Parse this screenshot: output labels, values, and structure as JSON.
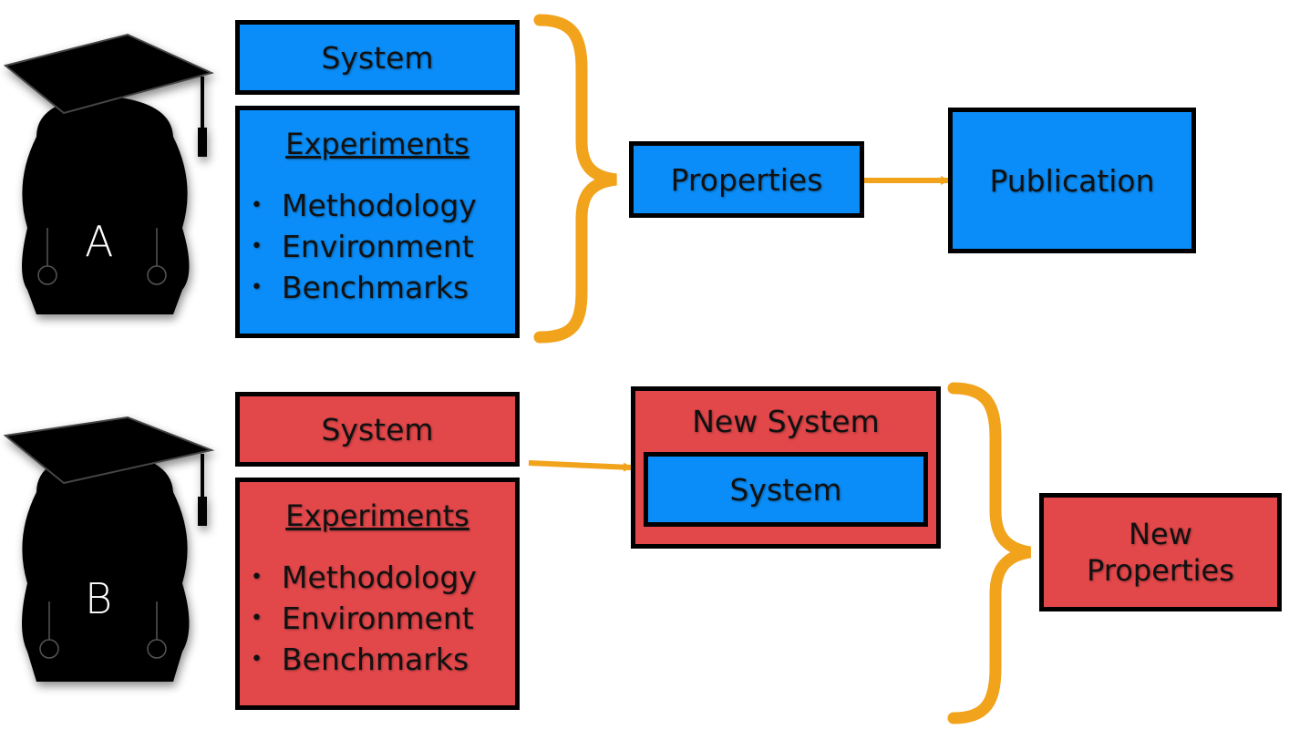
{
  "colors": {
    "blue": "#0a8df8",
    "red": "#e2474a",
    "brace": "#f2a31c",
    "arrow": "#f2a31c"
  },
  "icons": {
    "person": "graduate-silhouette-icon"
  },
  "row_a": {
    "person_label": "A",
    "system": "System",
    "experiments": {
      "title": "Experiments",
      "items": [
        "Methodology",
        "Environment",
        "Benchmarks"
      ]
    },
    "properties": "Properties",
    "publication": "Publication"
  },
  "row_b": {
    "person_label": "B",
    "system": "System",
    "experiments": {
      "title": "Experiments",
      "items": [
        "Methodology",
        "Environment",
        "Benchmarks"
      ]
    },
    "new_system": {
      "title": "New System",
      "inner": "System"
    },
    "new_properties": [
      "New",
      "Properties"
    ]
  }
}
